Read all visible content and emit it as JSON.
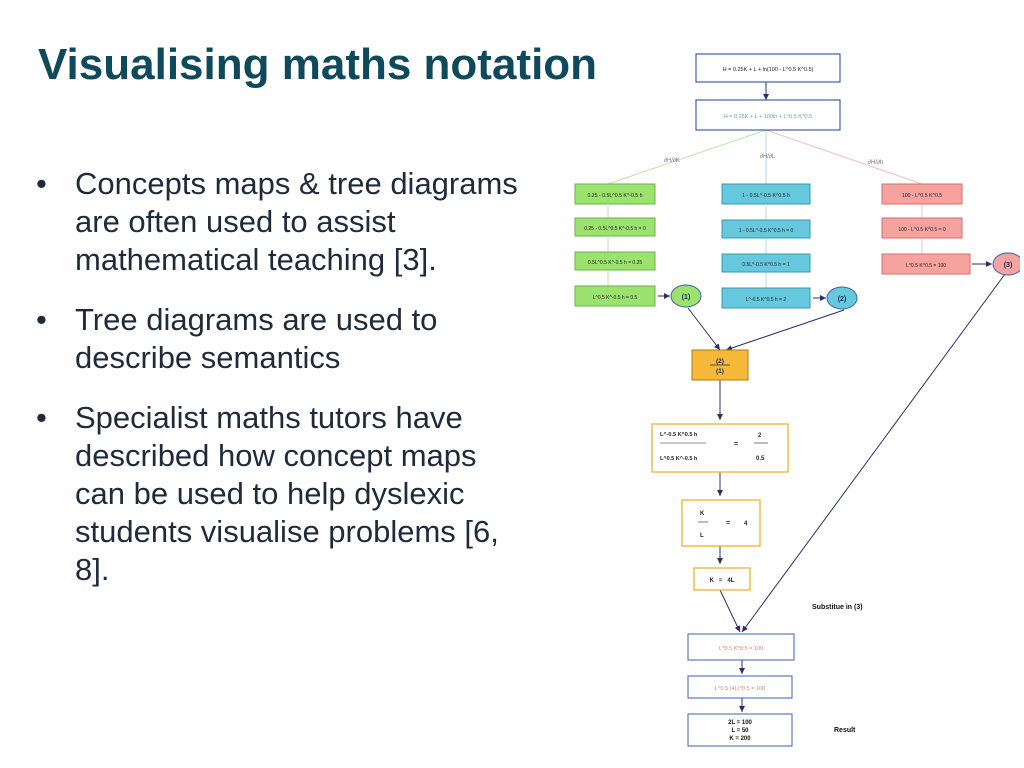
{
  "slide": {
    "title": "Visualising maths notation",
    "bullets": [
      "Concepts maps & tree diagrams are often used to assist mathematical teaching [3].",
      "Tree diagrams are used to describe semantics",
      "Specialist maths tutors have described how concept maps can be used to help dyslexic students visualise problems [6, 8]."
    ]
  },
  "diagram": {
    "top_box_1": "H = 0.25K + L + ln(100 - L^0.5 K^0.5)",
    "top_box_2": "H = 0.25K + L + 100ln + L^0.5 K^0.5",
    "branch_labels": {
      "left": "∂H/∂K",
      "middle": "∂H/∂L",
      "right": "∂H/∂h"
    },
    "left_column": [
      "0.25 - 0.5L^0.5 K^-0.5 h",
      "0.25 - 0.5L^0.5 K^-0.5 h = 0",
      "0.5L^0.5 K^-0.5 h = 0.25",
      "L^0.5 K^-0.5 h = 0.5"
    ],
    "middle_column": [
      "1 - 0.5L^-0.5 K^0.5 h",
      "1 - 0.5L^-0.5 K^0.5 h = 0",
      "0.5L^-0.5 K^0.5 h = 1",
      "L^-0.5 K^0.5 h = 2"
    ],
    "right_column": [
      "100 - L^0.5 K^0.5",
      "100 - L^0.5 K^0.5 = 0",
      "L^0.5 K^0.5 = 100"
    ],
    "eq_markers": {
      "one": "(1)",
      "two": "(2)",
      "three": "(3)"
    },
    "combine_box": {
      "line1": "(2)",
      "line2": "(1)"
    },
    "fraction_box": {
      "num_left": "L^-0.5 K^0.5 h",
      "den_left": "L^0.5 K^-0.5 h",
      "equals": "=",
      "num_right": "2",
      "den_right": "0.5"
    },
    "ratio_box": {
      "top": "K",
      "bottom": "L",
      "equals": "=",
      "value": "4"
    },
    "k_box": "K   =   4L",
    "substitute_label": "Substitue in (3)",
    "sub_box_1": "L^0.5 K^0.5 = 100",
    "sub_box_2": "L^0.5 (4L)^0.5 = 100",
    "result_box": {
      "line1": "2L = 100",
      "line2": "L = 50",
      "line3": "K = 200"
    },
    "result_label": "Result",
    "colors": {
      "title": "#0f4a5c",
      "left_fill": "#9be36e",
      "middle_fill": "#66c8dc",
      "right_fill": "#f6a3a0",
      "orange_fill": "#f5b838",
      "yellow_border": "#f0b93a",
      "blue_border": "#4060a8",
      "arrow": "#2d2d6e"
    }
  }
}
